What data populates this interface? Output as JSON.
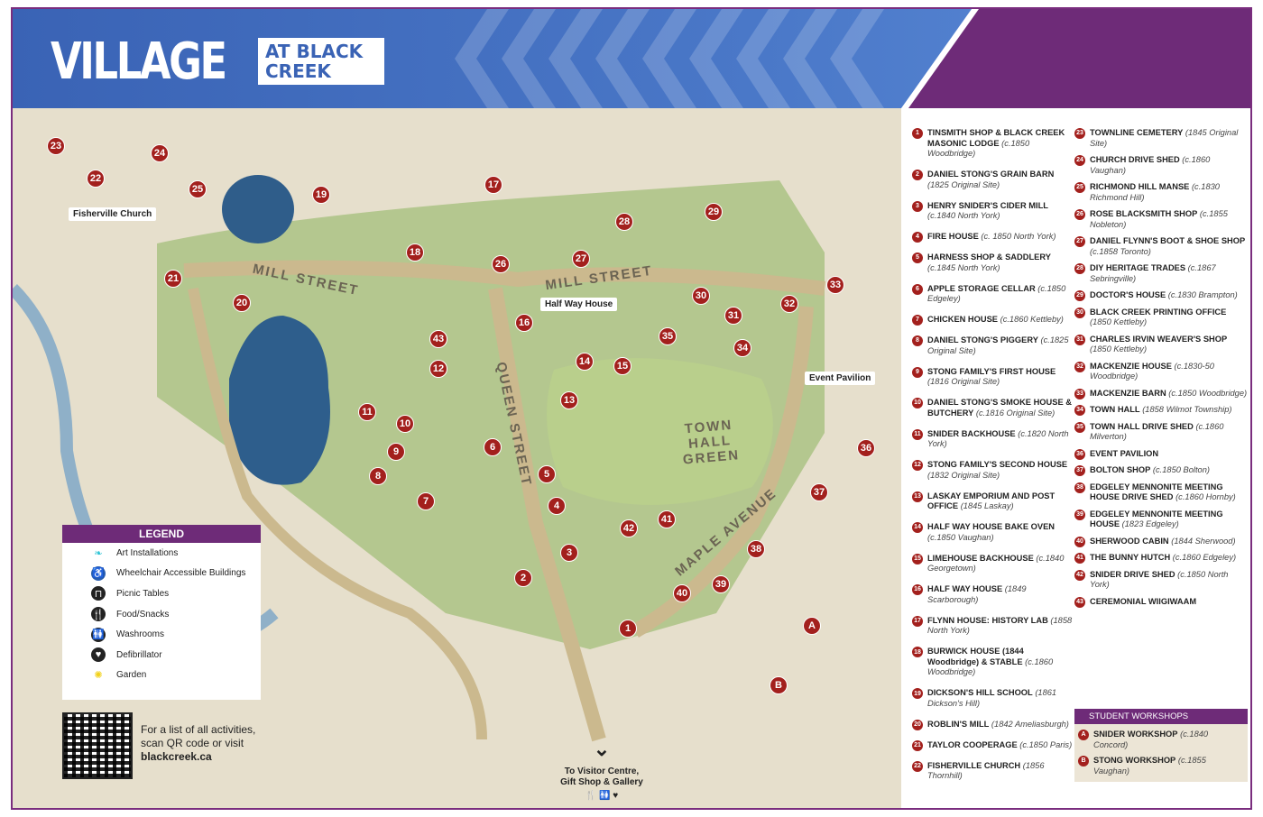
{
  "header": {
    "logo_main": "VILLAGE",
    "logo_sub": "AT BLACK CREEK",
    "colors": {
      "blue": "#4a78c8",
      "purple": "#6e2b78",
      "marker": "#a3201d"
    }
  },
  "map": {
    "streets": {
      "mill_west": "MILL STREET",
      "mill_east": "MILL STREET",
      "queen": "QUEEN STREET",
      "town_hall_green": "TOWN HALL GREEN",
      "maple": "MAPLE AVENUE"
    },
    "places": {
      "half_way_house": "Half Way House",
      "event_pavilion": "Event Pavilion",
      "fisherville_church": "Fisherville Church"
    },
    "markers": [
      "1",
      "2",
      "3",
      "4",
      "5",
      "6",
      "7",
      "8",
      "9",
      "10",
      "11",
      "12",
      "13",
      "14",
      "15",
      "16",
      "17",
      "18",
      "19",
      "20",
      "21",
      "22",
      "23",
      "24",
      "25",
      "26",
      "27",
      "28",
      "29",
      "30",
      "31",
      "32",
      "33",
      "34",
      "35",
      "36",
      "37",
      "38",
      "39",
      "40",
      "41",
      "42",
      "43",
      "A",
      "B"
    ],
    "visitor_centre": {
      "line1": "To Visitor Centre,",
      "line2": "Gift Shop & Gallery",
      "icons": [
        "food-icon",
        "washroom-icon",
        "defibrillator-icon"
      ]
    }
  },
  "legend": {
    "title": "LEGEND",
    "items": [
      {
        "icon": "art-installation-icon",
        "label": "Art Installations"
      },
      {
        "icon": "wheelchair-icon",
        "label": "Wheelchair Accessible Buildings"
      },
      {
        "icon": "picnic-table-icon",
        "label": "Picnic Tables"
      },
      {
        "icon": "food-icon",
        "label": "Food/Snacks"
      },
      {
        "icon": "washroom-icon",
        "label": "Washrooms"
      },
      {
        "icon": "defibrillator-icon",
        "label": "Defibrillator"
      },
      {
        "icon": "garden-icon",
        "label": "Garden"
      }
    ]
  },
  "qr": {
    "line1": "For a list of all activities,",
    "line2": "scan QR code or visit",
    "line3": "blackcreek.ca"
  },
  "buildings": [
    {
      "n": "1",
      "name": "TINSMITH SHOP & BLACK CREEK MASONIC LODGE",
      "detail": "(c.1850 Woodbridge)"
    },
    {
      "n": "2",
      "name": "DANIEL STONG'S GRAIN BARN",
      "detail": "(1825 Original Site)"
    },
    {
      "n": "3",
      "name": "HENRY SNIDER'S CIDER MILL",
      "detail": "(c.1840 North York)"
    },
    {
      "n": "4",
      "name": "FIRE HOUSE",
      "detail": "(c. 1850 North York)"
    },
    {
      "n": "5",
      "name": "HARNESS SHOP & SADDLERY",
      "detail": "(c.1845 North York)"
    },
    {
      "n": "6",
      "name": "APPLE STORAGE CELLAR",
      "detail": "(c.1850 Edgeley)"
    },
    {
      "n": "7",
      "name": "CHICKEN HOUSE",
      "detail": "(c.1860 Kettleby)"
    },
    {
      "n": "8",
      "name": "DANIEL STONG'S PIGGERY",
      "detail": "(c.1825 Original Site)"
    },
    {
      "n": "9",
      "name": "STONG FAMILY'S FIRST HOUSE",
      "detail": "(1816 Original Site)"
    },
    {
      "n": "10",
      "name": "DANIEL STONG'S SMOKE HOUSE & BUTCHERY",
      "detail": "(c.1816 Original Site)"
    },
    {
      "n": "11",
      "name": "SNIDER BACKHOUSE",
      "detail": "(c.1820 North York)"
    },
    {
      "n": "12",
      "name": "STONG FAMILY'S SECOND HOUSE",
      "detail": "(1832 Original Site)"
    },
    {
      "n": "13",
      "name": "LASKAY EMPORIUM AND POST OFFICE",
      "detail": "(1845 Laskay)"
    },
    {
      "n": "14",
      "name": "HALF WAY HOUSE BAKE OVEN",
      "detail": "(c.1850 Vaughan)"
    },
    {
      "n": "15",
      "name": "LIMEHOUSE BACKHOUSE",
      "detail": "(c.1840 Georgetown)"
    },
    {
      "n": "16",
      "name": "HALF WAY HOUSE",
      "detail": "(1849 Scarborough)"
    },
    {
      "n": "17",
      "name": "FLYNN HOUSE: HISTORY LAB",
      "detail": "(1858 North York)"
    },
    {
      "n": "18",
      "name": "BURWICK HOUSE (1844 Woodbridge) & STABLE",
      "detail": "(c.1860 Woodbridge)"
    },
    {
      "n": "19",
      "name": "DICKSON'S HILL SCHOOL",
      "detail": "(1861 Dickson's Hill)"
    },
    {
      "n": "20",
      "name": "ROBLIN'S MILL",
      "detail": "(1842 Ameliasburgh)"
    },
    {
      "n": "21",
      "name": "TAYLOR COOPERAGE",
      "detail": "(c.1850 Paris)"
    },
    {
      "n": "22",
      "name": "FISHERVILLE CHURCH",
      "detail": "(1856 Thornhill)"
    },
    {
      "n": "23",
      "name": "TOWNLINE CEMETERY",
      "detail": "(1845 Original Site)"
    },
    {
      "n": "24",
      "name": "CHURCH DRIVE SHED",
      "detail": "(c.1860 Vaughan)"
    },
    {
      "n": "25",
      "name": "RICHMOND HILL MANSE",
      "detail": "(c.1830 Richmond Hill)"
    },
    {
      "n": "26",
      "name": "ROSE BLACKSMITH SHOP",
      "detail": "(c.1855 Nobleton)"
    },
    {
      "n": "27",
      "name": "DANIEL FLYNN'S BOOT & SHOE SHOP",
      "detail": "(c.1858 Toronto)"
    },
    {
      "n": "28",
      "name": "DIY HERITAGE TRADES",
      "detail": "(c.1867 Sebringville)"
    },
    {
      "n": "29",
      "name": "DOCTOR'S HOUSE",
      "detail": "(c.1830 Brampton)"
    },
    {
      "n": "30",
      "name": "BLACK CREEK PRINTING OFFICE",
      "detail": "(1850 Kettleby)"
    },
    {
      "n": "31",
      "name": "CHARLES IRVIN WEAVER'S SHOP",
      "detail": "(1850 Kettleby)"
    },
    {
      "n": "32",
      "name": "MACKENZIE HOUSE",
      "detail": "(c.1830-50 Woodbridge)"
    },
    {
      "n": "33",
      "name": "MACKENZIE BARN",
      "detail": "(c.1850 Woodbridge)"
    },
    {
      "n": "34",
      "name": "TOWN HALL",
      "detail": "(1858 Wilmot Township)"
    },
    {
      "n": "35",
      "name": "TOWN HALL DRIVE SHED",
      "detail": "(c.1860 Milverton)"
    },
    {
      "n": "36",
      "name": "EVENT PAVILION",
      "detail": ""
    },
    {
      "n": "37",
      "name": "BOLTON SHOP",
      "detail": "(c.1850 Bolton)"
    },
    {
      "n": "38",
      "name": "EDGELEY MENNONITE MEETING HOUSE DRIVE SHED",
      "detail": "(c.1860 Hornby)"
    },
    {
      "n": "39",
      "name": "EDGELEY MENNONITE MEETING HOUSE",
      "detail": "(1823 Edgeley)"
    },
    {
      "n": "40",
      "name": "SHERWOOD CABIN",
      "detail": "(1844 Sherwood)"
    },
    {
      "n": "41",
      "name": "THE BUNNY HUTCH",
      "detail": "(c.1860 Edgeley)"
    },
    {
      "n": "42",
      "name": "SNIDER DRIVE SHED",
      "detail": "(c.1850 North York)"
    },
    {
      "n": "43",
      "name": "CEREMONIAL WIIGIWAAM",
      "detail": ""
    }
  ],
  "workshops": {
    "title": "STUDENT WORKSHOPS",
    "items": [
      {
        "n": "A",
        "name": "SNIDER WORKSHOP",
        "detail": "(c.1840 Concord)"
      },
      {
        "n": "B",
        "name": "STONG WORKSHOP",
        "detail": "(c.1855 Vaughan)"
      }
    ]
  }
}
